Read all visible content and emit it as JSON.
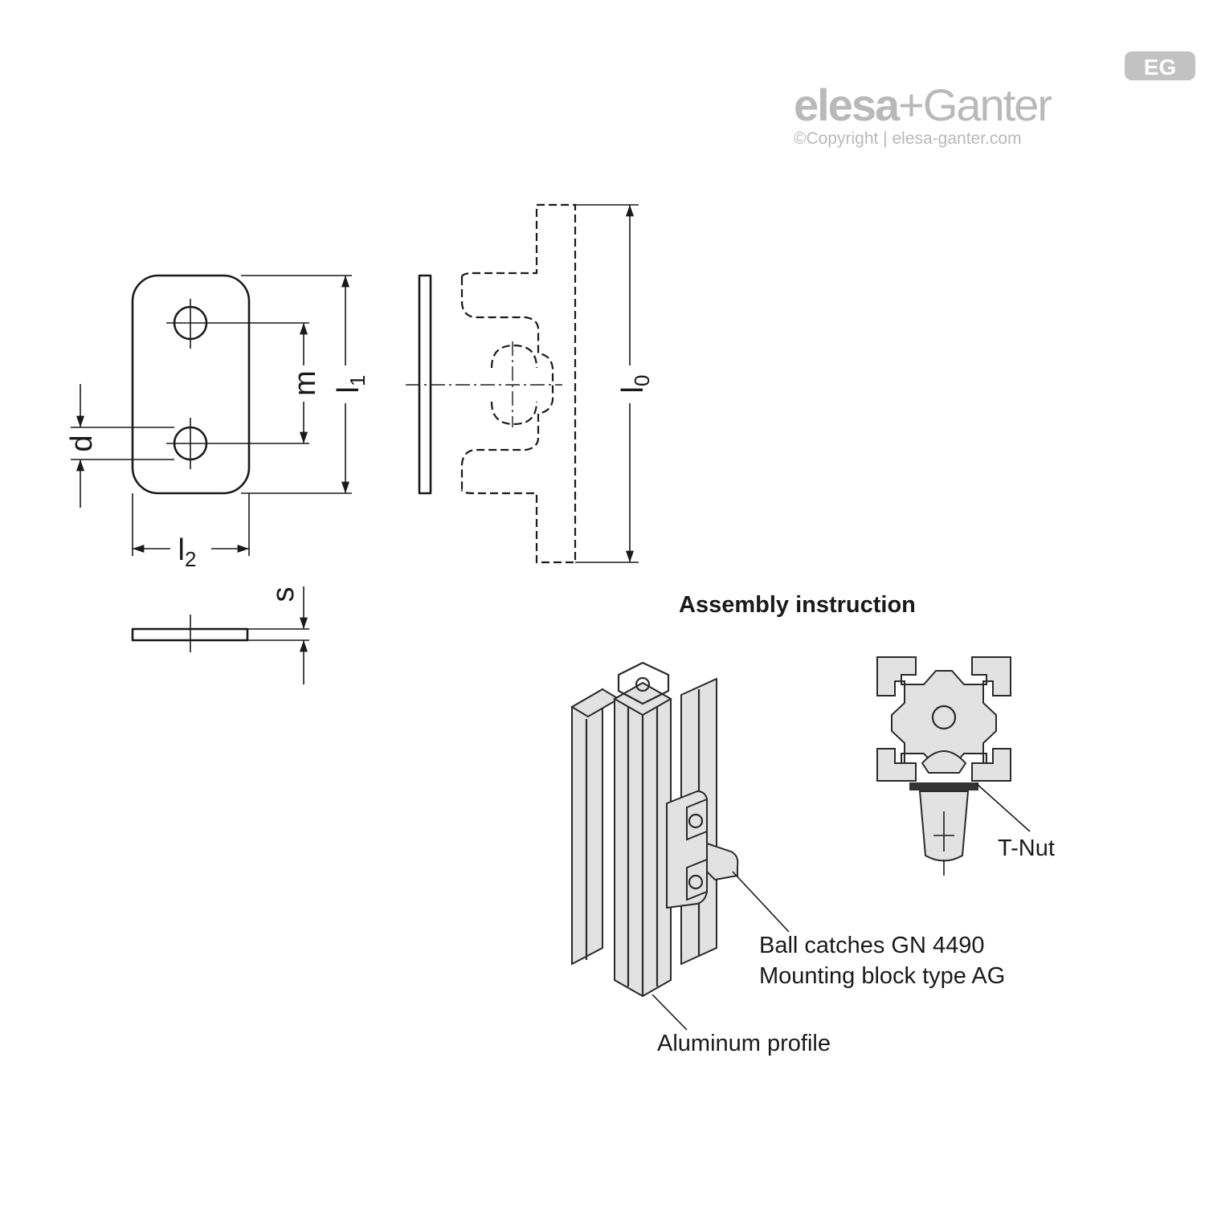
{
  "logo": {
    "brand_left": "elesa",
    "brand_plus": "+",
    "brand_right": "Ganter",
    "copyright": "©Copyright | elesa-ganter.com",
    "badge": "EG",
    "color": "#b9b9b9"
  },
  "dimensions": {
    "d": "d",
    "m": "m",
    "l1": "l",
    "l1_sub": "1",
    "l2": "l",
    "l2_sub": "2",
    "l0": "l",
    "l0_sub": "0",
    "s": "s"
  },
  "assembly": {
    "heading": "Assembly instruction",
    "t_nut": "T-Nut",
    "ball_catches": "Ball catches GN 4490",
    "mounting_block": "Mounting block type AG",
    "aluminum_profile": "Aluminum profile"
  }
}
